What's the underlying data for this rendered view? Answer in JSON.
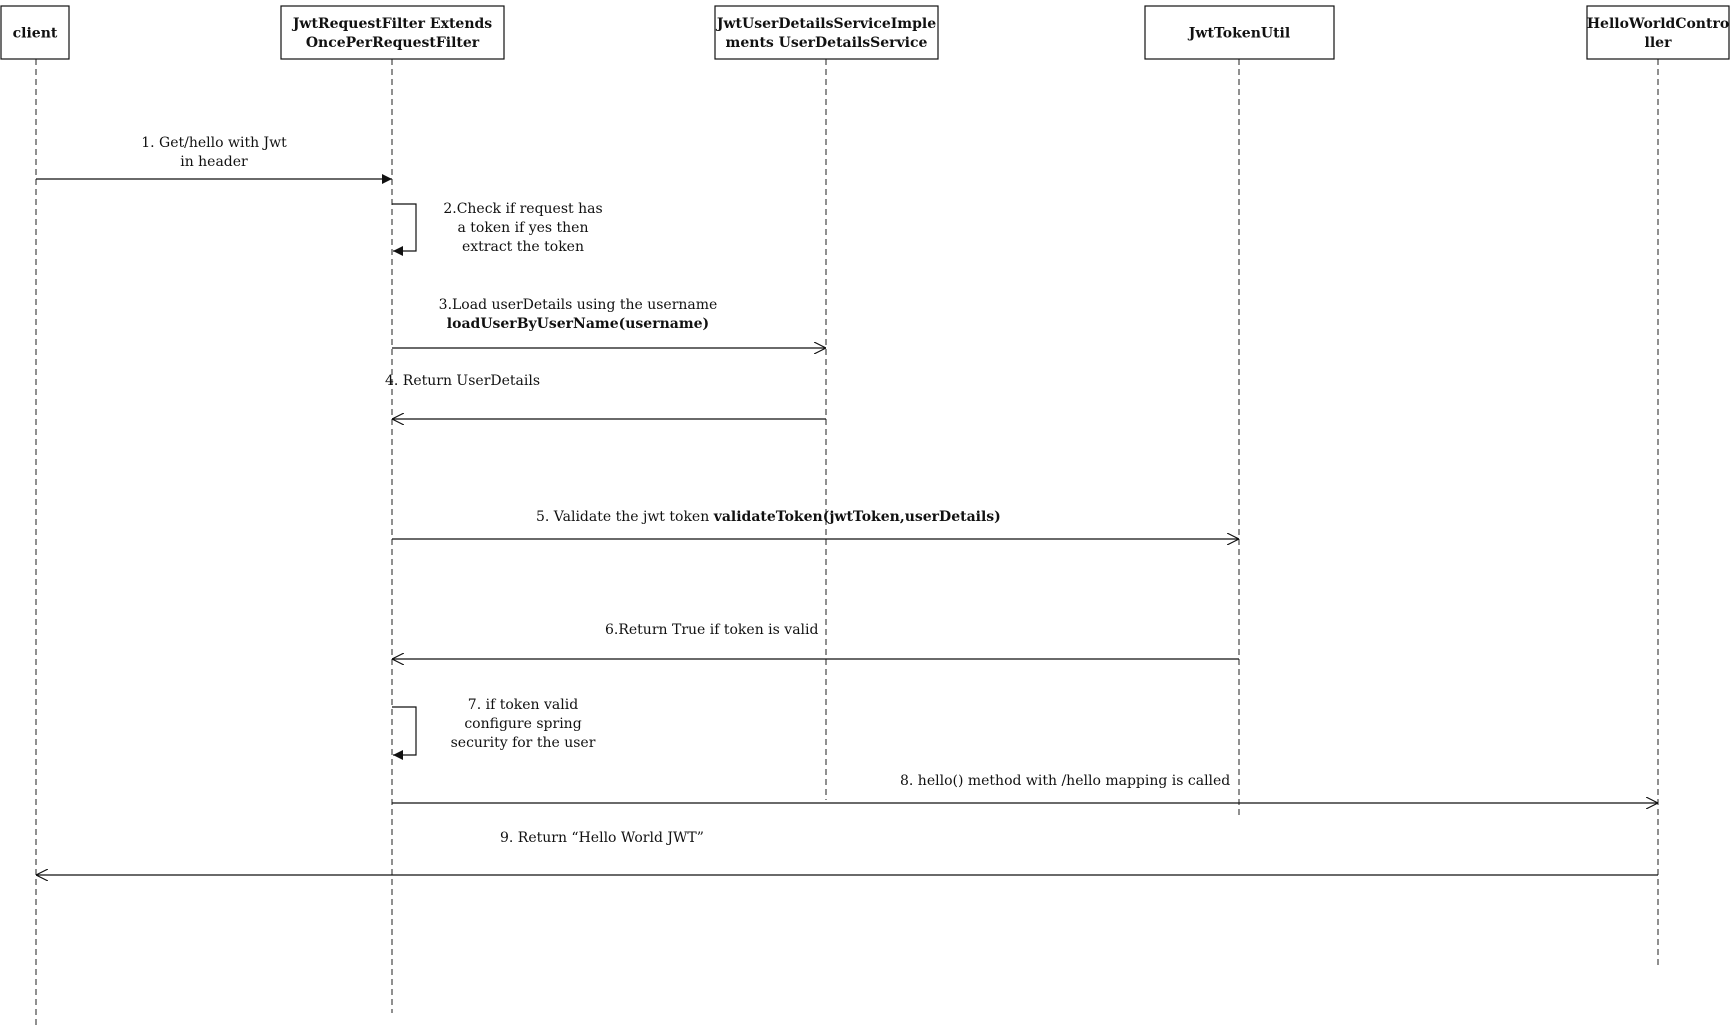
{
  "participants": [
    {
      "id": "client",
      "lines": [
        "client"
      ]
    },
    {
      "id": "filter",
      "lines": [
        "JwtRequestFilter Extends",
        "OncePerRequestFilter"
      ]
    },
    {
      "id": "uds",
      "lines": [
        "JwtUserDetailsServiceImple",
        "ments UserDetailsService"
      ]
    },
    {
      "id": "util",
      "lines": [
        "JwtTokenUtil"
      ]
    },
    {
      "id": "controller",
      "lines": [
        "HelloWorldContro",
        "ller"
      ]
    }
  ],
  "messages": [
    {
      "id": "m1",
      "from": "client",
      "to": "filter",
      "kind": "sync",
      "label_lines": [
        [
          "1. Get/hello with Jwt"
        ],
        [
          "in header"
        ]
      ]
    },
    {
      "id": "m2",
      "from": "filter",
      "to": "filter",
      "kind": "self",
      "label_lines": [
        [
          "2.Check if request has"
        ],
        [
          "a token if yes then"
        ],
        [
          "extract the token"
        ]
      ]
    },
    {
      "id": "m3",
      "from": "filter",
      "to": "uds",
      "kind": "open",
      "label_lines": [
        [
          "3.Load userDetails using the username"
        ],
        [
          {
            "text": "loadUserByUserName(username)",
            "bold": true
          }
        ]
      ]
    },
    {
      "id": "m4",
      "from": "uds",
      "to": "filter",
      "kind": "open",
      "label_lines": [
        [
          "4. Return UserDetails"
        ]
      ]
    },
    {
      "id": "m5",
      "from": "filter",
      "to": "util",
      "kind": "open",
      "label_lines": [
        [
          "5. Validate the jwt token ",
          {
            "text": "validateToken(jwtToken,userDetails)",
            "bold": true
          }
        ]
      ]
    },
    {
      "id": "m6",
      "from": "util",
      "to": "filter",
      "kind": "open",
      "label_lines": [
        [
          "6.Return True if token is valid"
        ]
      ]
    },
    {
      "id": "m7",
      "from": "filter",
      "to": "filter",
      "kind": "self",
      "label_lines": [
        [
          "7. if token valid"
        ],
        [
          "configure spring"
        ],
        [
          "security for the user"
        ]
      ]
    },
    {
      "id": "m8",
      "from": "filter",
      "to": "controller",
      "kind": "open",
      "label_lines": [
        [
          "8. hello() method with /hello mapping is called"
        ]
      ]
    },
    {
      "id": "m9",
      "from": "controller",
      "to": "client",
      "kind": "open",
      "label_lines": [
        [
          "9. Return “Hello World JWT”"
        ]
      ]
    }
  ]
}
